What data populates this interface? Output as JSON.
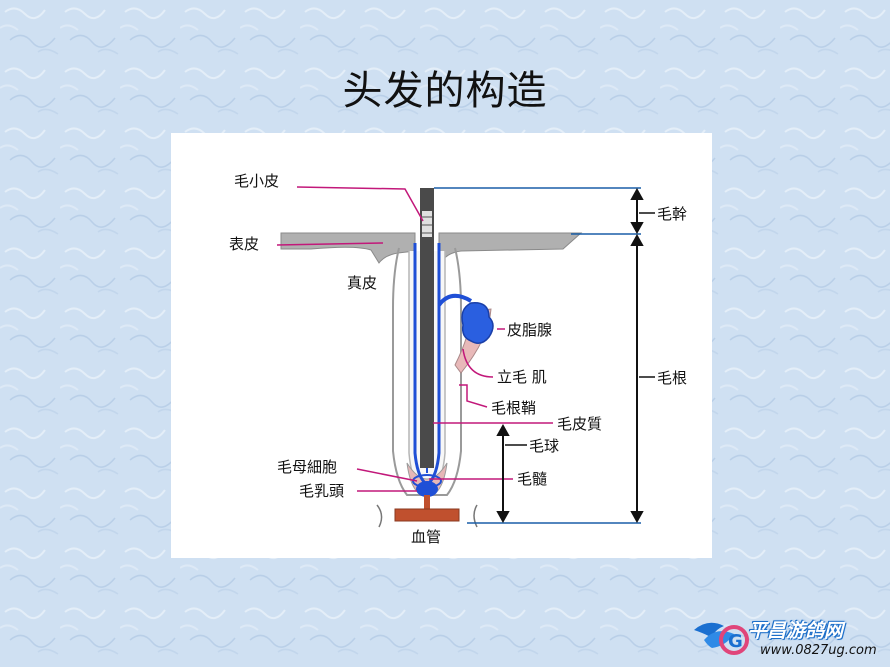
{
  "title": "头发的构造",
  "diagram": {
    "labels": {
      "cuticle": "毛小皮",
      "epidermis": "表皮",
      "dermis": "真皮",
      "sebaceous_gland": "皮脂腺",
      "arrector_pili": "立毛 肌",
      "root_sheath": "毛根鞘",
      "cortex": "毛皮質",
      "matrix_cells": "毛母細胞",
      "papilla": "毛乳頭",
      "medulla": "毛髓",
      "blood_vessel": "血管",
      "hair_shaft": "毛幹",
      "hair_root": "毛根",
      "hair_bulb": "毛球"
    }
  },
  "watermark": {
    "logo_text": "平昌游鸽网",
    "url": "www.0827ug.com"
  },
  "colors": {
    "background": "#cfe0f2",
    "hair_blue": "#1f4fd6",
    "leader_pink": "#c2187a",
    "bracket_blue": "#1a5fa8",
    "vessel": "#c0502e"
  }
}
